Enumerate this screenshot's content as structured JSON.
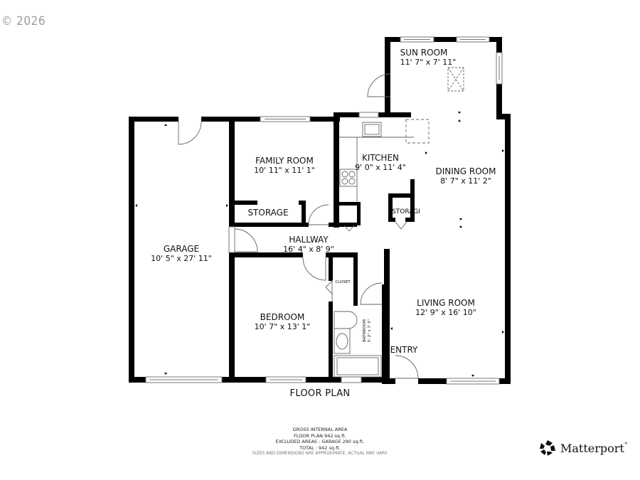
{
  "copyright": "© 2026",
  "plan": {
    "title": "FLOOR PLAN",
    "rooms": [
      {
        "name": "SUN ROOM",
        "dims": "11' 7\" x 7' 11\""
      },
      {
        "name": "FAMILY ROOM",
        "dims": "10' 11\" x 11' 1\""
      },
      {
        "name": "KITCHEN",
        "dims": "9' 0\" x 11' 4\""
      },
      {
        "name": "DINING ROOM",
        "dims": "8' 7\" x 11' 2\""
      },
      {
        "name": "GARAGE",
        "dims": "10' 5\" x 27' 11\""
      },
      {
        "name": "STORAGE",
        "dims": ""
      },
      {
        "name": "STORAGI",
        "dims": ""
      },
      {
        "name": "HALLWAY",
        "dims": "16' 4\" x 8' 9\""
      },
      {
        "name": "CLOSET",
        "dims": ""
      },
      {
        "name": "BEDROOM",
        "dims": "10' 7\" x 13' 1\""
      },
      {
        "name": "BATHROOM",
        "dims": "5' 2\" x 7' 5\""
      },
      {
        "name": "LIVING ROOM",
        "dims": "12' 9\" x 16' 10\""
      },
      {
        "name": "ENTRY",
        "dims": ""
      }
    ]
  },
  "area": {
    "heading": "GROSS INTERNAL AREA",
    "floor_plan": "FLOOR PLAN 942 sq.ft.",
    "excluded": "EXCLUDED AREAS :  GARAGE 290 sq.ft.",
    "total": "TOTAL :  942 sq.ft.",
    "disclaimer": "SIZES AND DIMENSIONS ARE APPROXIMATE, ACTUAL MAY VARY."
  },
  "brand": {
    "name": "Matterport",
    "mark": "®"
  },
  "colors": {
    "wall": "#000000",
    "thin_line": "#555555",
    "window": "#888888"
  }
}
